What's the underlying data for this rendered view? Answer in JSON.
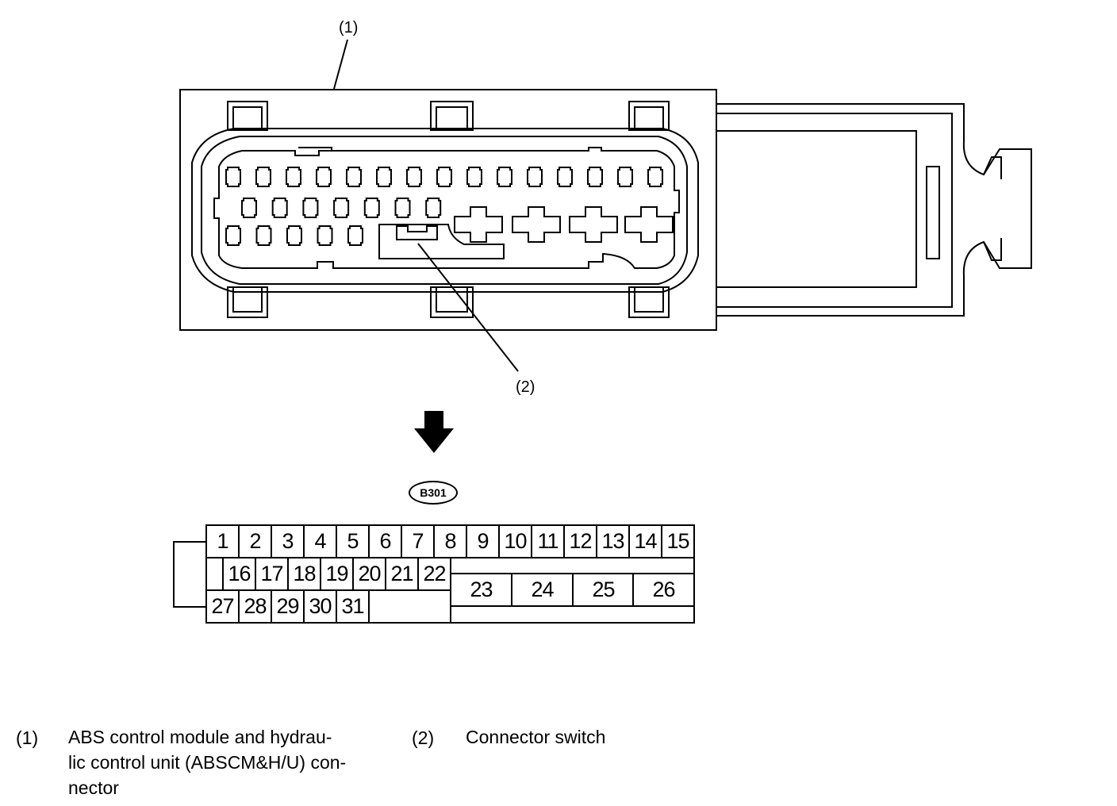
{
  "callouts": {
    "c1": "(1)",
    "c2": "(2)"
  },
  "connector_code": "B301",
  "pins": {
    "row1": [
      "1",
      "2",
      "3",
      "4",
      "5",
      "6",
      "7",
      "8",
      "9",
      "10",
      "11",
      "12",
      "13",
      "14",
      "15"
    ],
    "row2": [
      "16",
      "17",
      "18",
      "19",
      "20",
      "21",
      "22"
    ],
    "large": [
      "23",
      "24",
      "25",
      "26"
    ],
    "row3": [
      "27",
      "28",
      "29",
      "30",
      "31"
    ]
  },
  "legend": [
    {
      "num": "(1)",
      "lines": [
        "ABS control module and hydrau-",
        "lic control unit (ABSCM&H/U) con-",
        "nector"
      ]
    },
    {
      "num": "(2)",
      "lines": [
        "Connector switch"
      ]
    }
  ]
}
